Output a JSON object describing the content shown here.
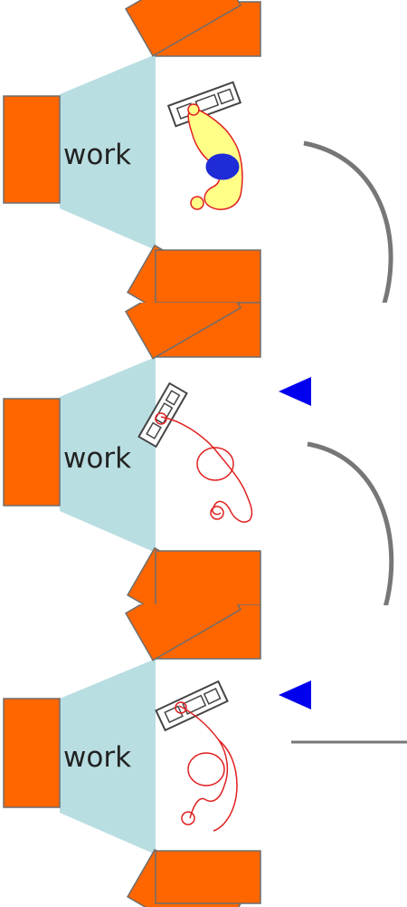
{
  "colors": {
    "block": "#ff6600",
    "block_stroke": "#6d6d6d",
    "work_area": "#b9dee2",
    "arrow_curve": "#777777",
    "arrow_head": "#0000ee",
    "worker_fill": "#ffff88",
    "worker_stroke": "#e02020"
  },
  "stations": [
    {
      "label": "work",
      "worker_style": "filled"
    },
    {
      "label": "work",
      "worker_style": "outline"
    },
    {
      "label": "work",
      "worker_style": "outline"
    }
  ],
  "icons": {
    "worker": "worker-top-view-icon",
    "keyboard": "keyboard-icon",
    "transition_arrow": "curved-arrow-icon"
  }
}
